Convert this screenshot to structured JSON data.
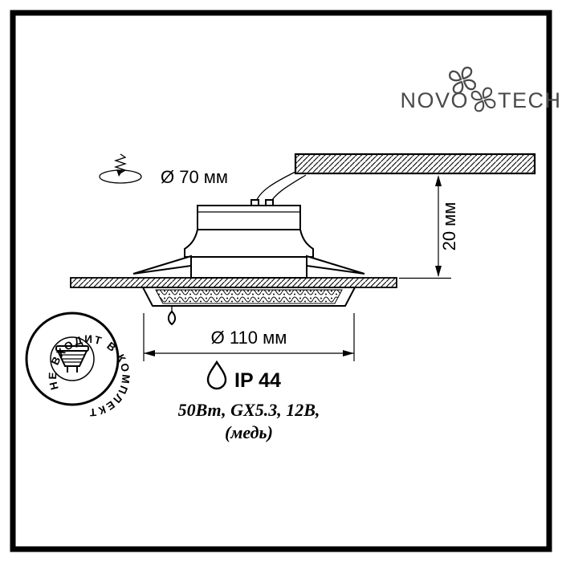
{
  "logo": {
    "left": "NOVO",
    "right": "TECH"
  },
  "dimensions": {
    "hole_diameter": "Ø 70 мм",
    "recess_depth": "20 мм",
    "trim_diameter": "Ø 110 мм"
  },
  "specs": {
    "ip_rating": "IP 44",
    "line1": "50Вт, GX5.3, 12В,",
    "line2": "(медь)"
  },
  "badge": {
    "text": "НЕ ВХОДИТ В КОМПЛЕКТ"
  },
  "icons": {
    "drill": "drill-hole-icon",
    "drop": "water-drop-icon",
    "lamp": "mr16-lamp-icon",
    "pinwheel": "novotech-pinwheel-icon"
  },
  "colors": {
    "ink": "#000000",
    "logo_gray": "#4a4a4a",
    "background": "#ffffff"
  }
}
